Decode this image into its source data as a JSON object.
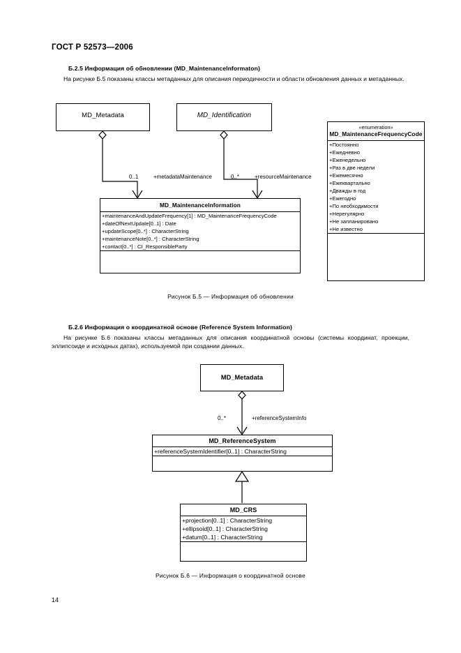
{
  "document": {
    "standard_number": "ГОСТ Р 52573—2006",
    "page_number": "14"
  },
  "sections": [
    {
      "heading": "Б.2.5  Информация об обновлении (MD_MaintenanceInformaton)",
      "paragraph": "На рисунке Б.5 показаны классы метаданных для описания периодичности и области обновления данных и метаданных.",
      "figure_caption": "Рисунок Б.5 — Информация об обновлении"
    },
    {
      "heading": "Б.2.6  Информация о координатной основе (Reference System Information)",
      "paragraph": "На рисунке Б.6 показаны классы метаданных для описания координатной основы (системы координат, проекции, эллипсоиде и исходных датах), используемой при создании данных.",
      "figure_caption": "Рисунок Б.6 — Информация о координатной основе"
    }
  ],
  "diagram_b5": {
    "classes": {
      "md_metadata": {
        "name": "MD_Metadata"
      },
      "md_identification": {
        "name": "MD_Identification"
      },
      "md_maintenance_information": {
        "name": "MD_MaintenanceInformation",
        "attributes": [
          "+maintenanceAndUpdateFrequency[1] : MD_MaintenanceFrequencyCode",
          "+dateOfNextUpdate[0..1] : Date",
          "+updateScope[0..*] : CharacterString",
          "+maintenanceNote[0..*] : CharacterString",
          "+contact[0..*] : CI_ResponsibleParty"
        ]
      },
      "md_maintenance_frequency_code": {
        "stereotype": "«enumeration»",
        "name": "MD_MaintenanceFrequencyCode",
        "literals": [
          "+Постоянно",
          "+Ежедневно",
          "+Еженедельно",
          "+Раз в две недели",
          "+Ежемесячно",
          "+Ежеквартально",
          "+Дважды в год",
          "+Ежегодно",
          "+По необходимости",
          "+Нерегулярно",
          "+Не запланировано",
          "+Не известно"
        ]
      }
    },
    "associations": [
      {
        "multiplicity": "0..1",
        "role": "+metadataMaintenance"
      },
      {
        "multiplicity": "0..*",
        "role": "+resourceMaintenance"
      }
    ]
  },
  "diagram_b6": {
    "classes": {
      "md_metadata": {
        "name": "MD_Metadata"
      },
      "md_reference_system": {
        "name": "MD_ReferenceSystem",
        "attributes": [
          "+referenceSystemIdentifier[0..1] : CharacterString"
        ]
      },
      "md_crs": {
        "name": "MD_CRS",
        "attributes": [
          "+projection[0..1] : CharacterString",
          "+ellipsoid[0..1] : CharacterString",
          "+datum[0..1] : CharacterString"
        ]
      }
    },
    "associations": [
      {
        "multiplicity": "0..*",
        "role": "+referenceSystemInfo"
      }
    ]
  }
}
